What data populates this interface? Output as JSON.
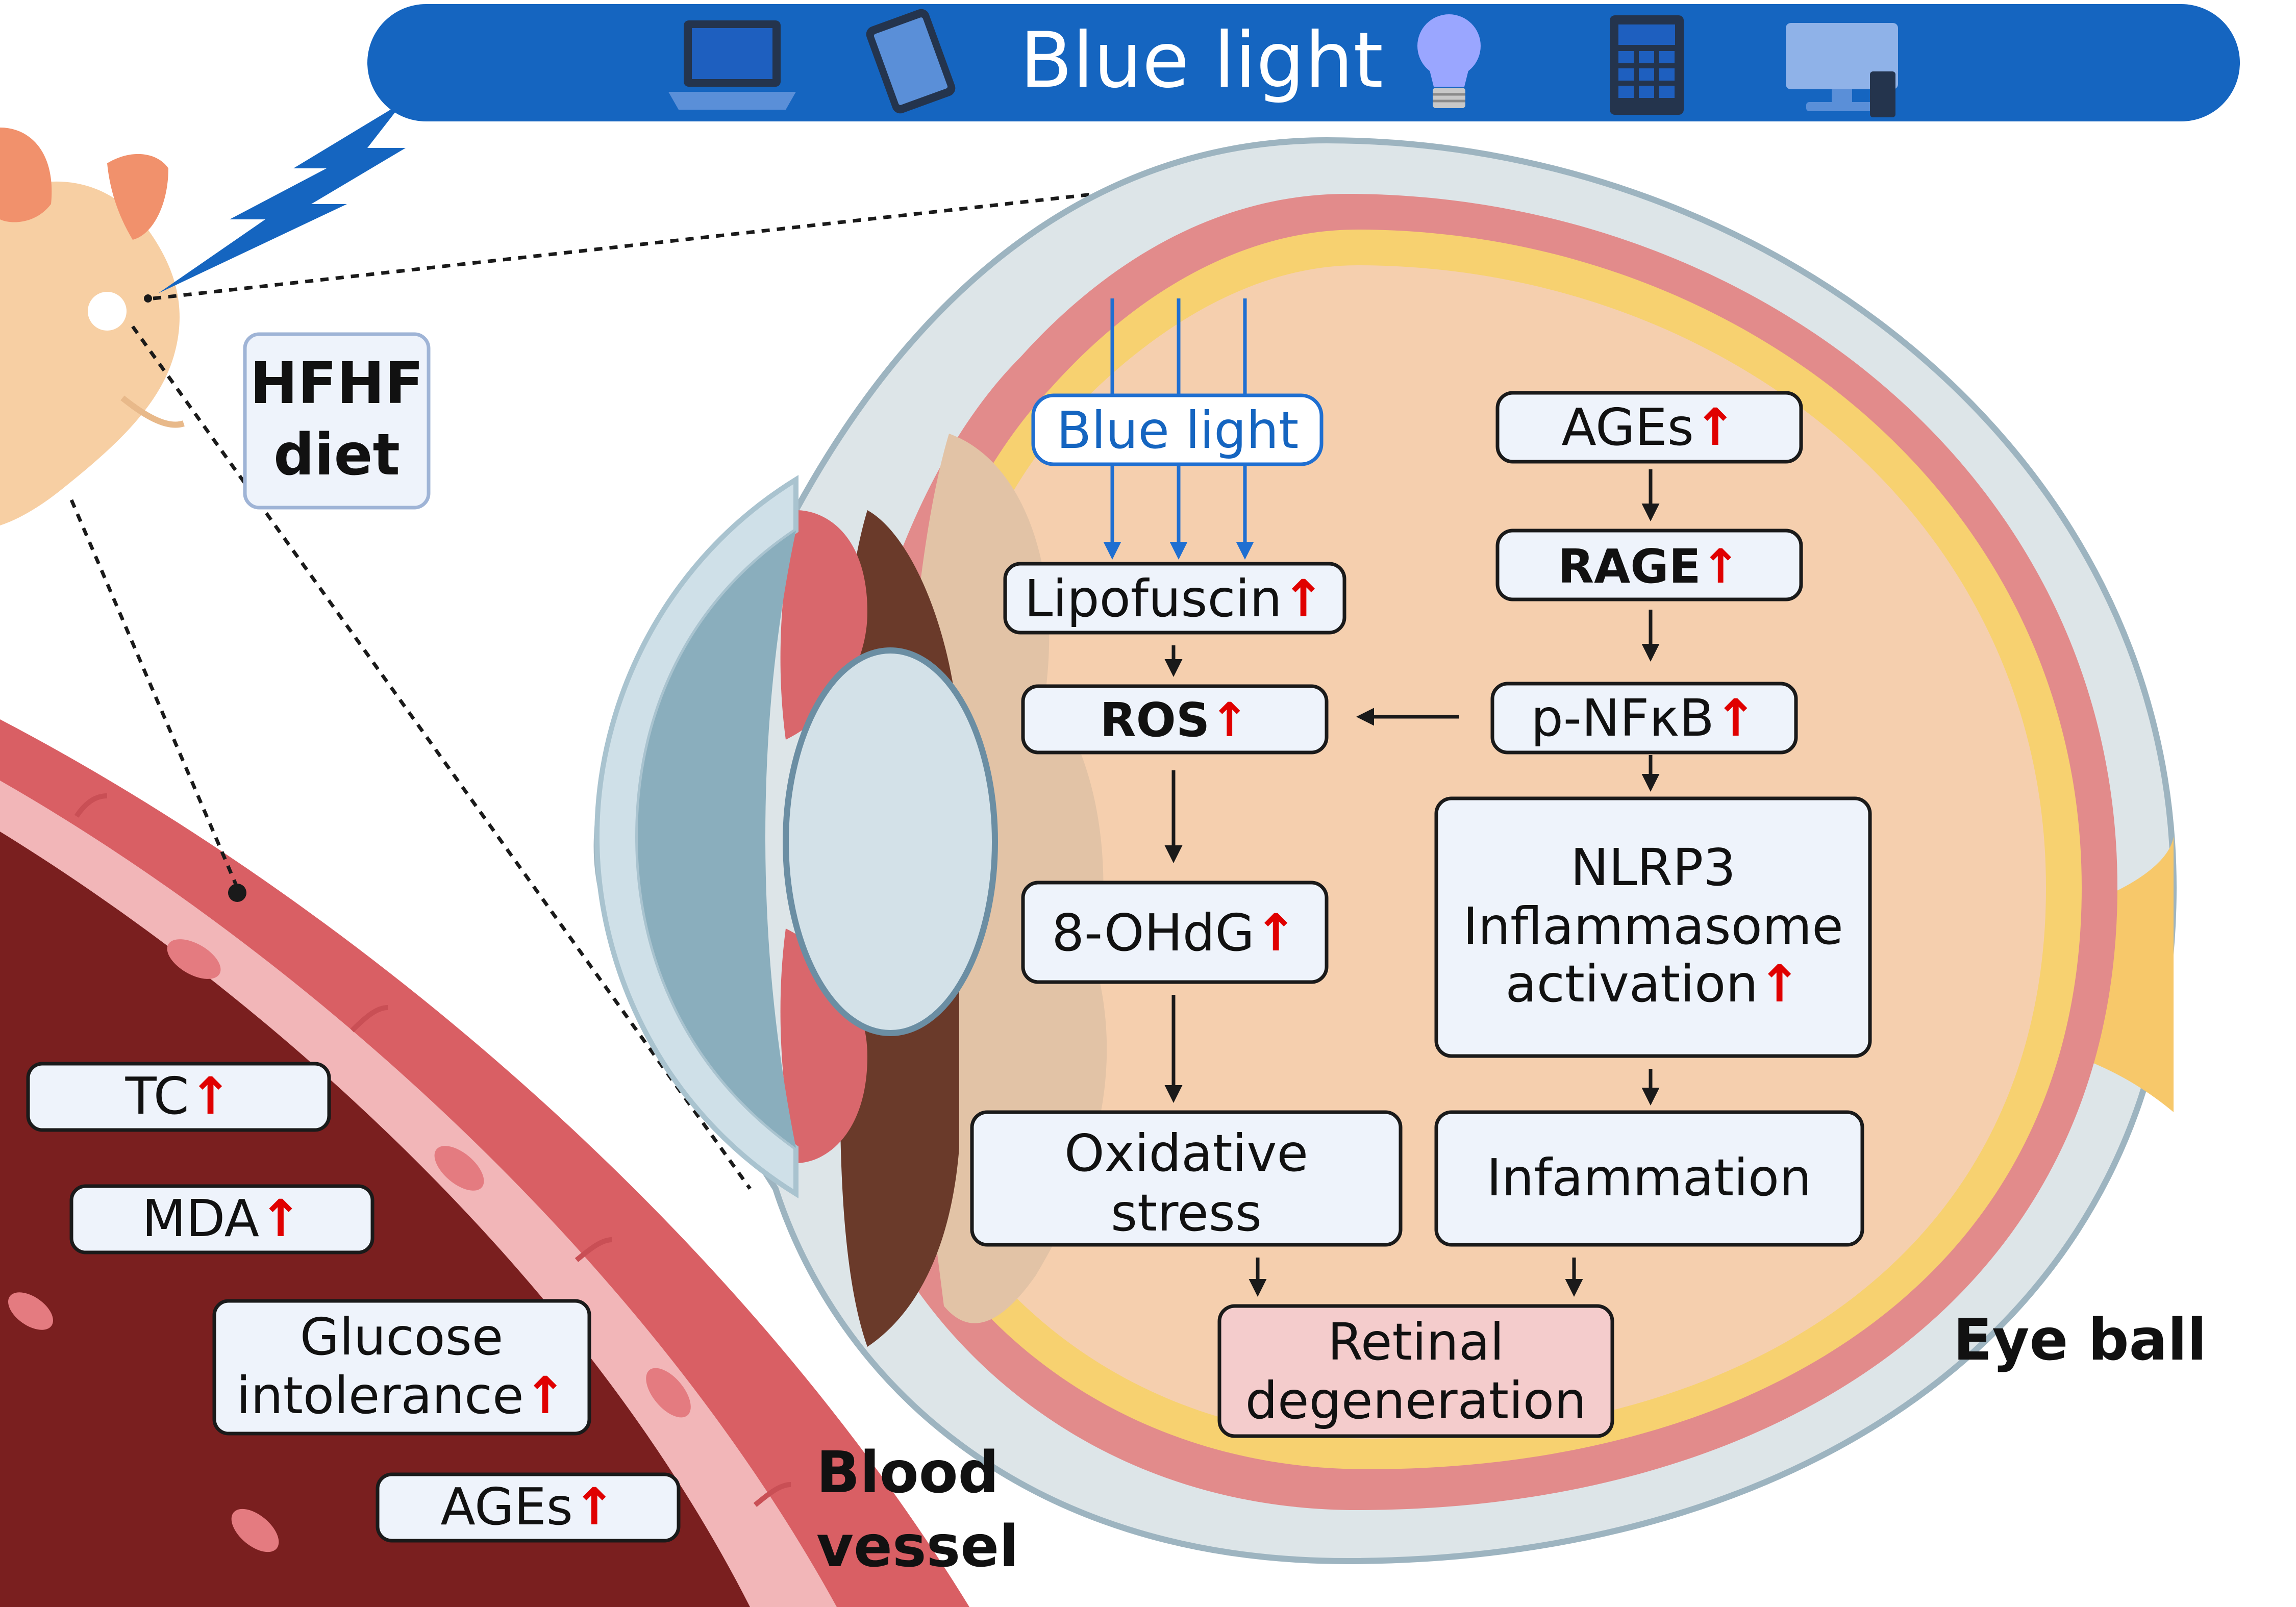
{
  "banner": {
    "title": "Blue light"
  },
  "diet_label": {
    "line1": "HFHF",
    "line2": "diet"
  },
  "eye_label": "Eye ball",
  "vessel_label": {
    "line1": "Blood",
    "line2": "vessel"
  },
  "up_arrow": "↑",
  "blood_markers": [
    {
      "id": "tc",
      "lines": [
        "TC"
      ]
    },
    {
      "id": "mda",
      "lines": [
        "MDA"
      ]
    },
    {
      "id": "glucose",
      "lines": [
        "Glucose",
        "intolerance"
      ]
    },
    {
      "id": "ages",
      "lines": [
        "AGEs"
      ]
    }
  ],
  "eye_nodes": {
    "blue_light": "Blue light",
    "lipofuscin": "Lipofuscin",
    "ros": "ROS",
    "ohdg": "8-OHdG",
    "oxidative": [
      "Oxidative",
      "stress"
    ],
    "ages": "AGEs",
    "rage": "RAGE",
    "pnfkb": "p-NFκB",
    "nlrp3": [
      "NLRP3",
      "Inflammasome",
      "activation"
    ],
    "inflammation": "Infammation",
    "retinal": [
      "Retinal",
      "degeneration"
    ]
  },
  "colors": {
    "banner": "#1565c0",
    "blue_light_text": "#1565c0",
    "up_arrow": "#e00000",
    "node_fill": "#eef3fb",
    "retinal_fill": "#f4cccc",
    "vessel_dark": "#7a1f1f",
    "vessel_wall": "#d95f64"
  }
}
